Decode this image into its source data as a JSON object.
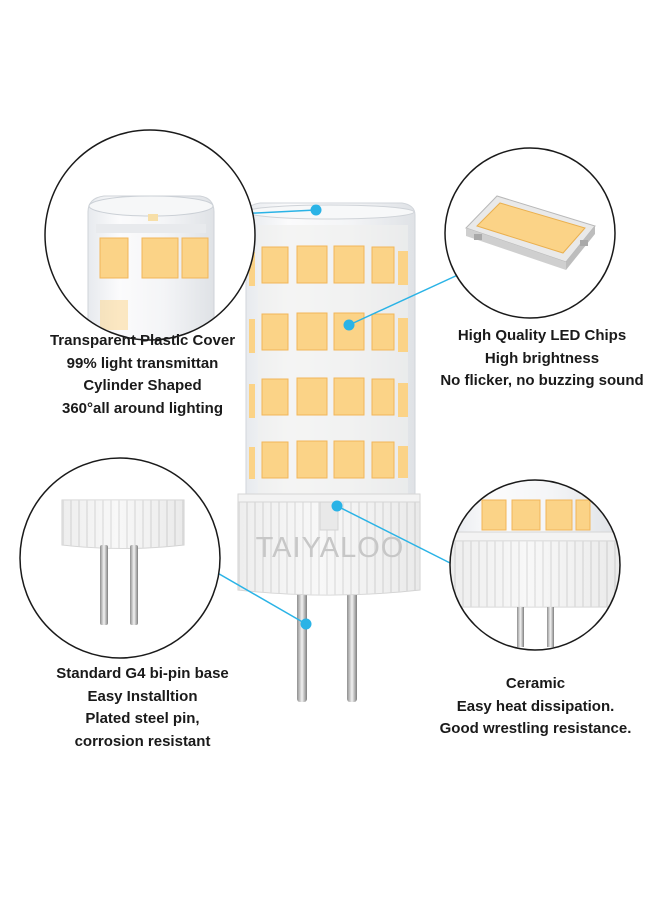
{
  "brand": "TAIYALOO",
  "colors": {
    "accent_line": "#2ab3e6",
    "led_chip": "#fbd387",
    "led_chip_edge": "#f2b659",
    "circle_outline": "#1a1a1a"
  },
  "callouts": {
    "cover": {
      "lines": [
        "Transparent Plastic Cover",
        "99% light transmittan",
        "Cylinder Shaped",
        "360°all around lighting"
      ]
    },
    "chips": {
      "lines": [
        "High Quality LED Chips",
        "High brightness",
        "No flicker, no buzzing sound"
      ]
    },
    "base": {
      "lines": [
        "Standard G4 bi-pin base",
        "Easy Installtion",
        "Plated steel pin,",
        "corrosion resistant"
      ]
    },
    "ceramic": {
      "lines": [
        "Ceramic",
        "Easy heat dissipation.",
        "Good wrestling resistance."
      ]
    }
  }
}
